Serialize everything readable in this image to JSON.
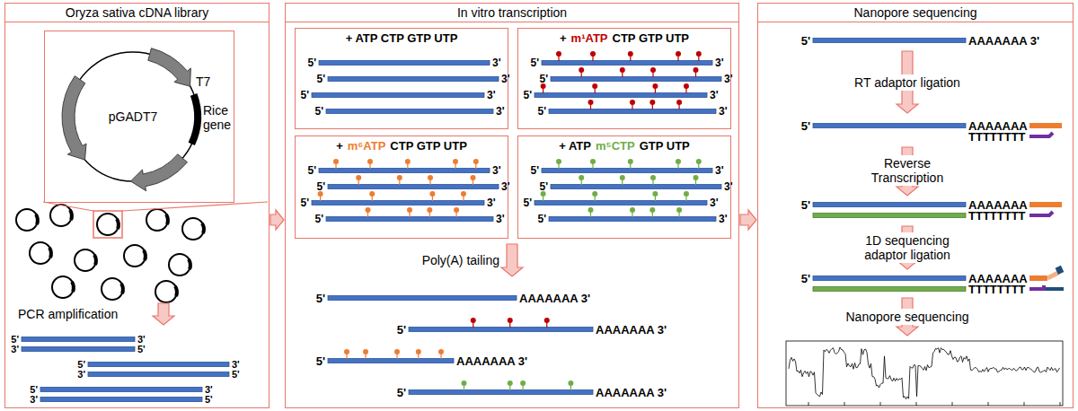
{
  "diagram": {
    "nodes": [
      {
        "text": [
          "Oryza sativa cDNA library"
        ]
      },
      {
        "text": [
          "pGADT7",
          "T7",
          "Rice gene"
        ],
        "in": 0
      },
      {
        "text": [
          "In vitro transcription"
        ]
      },
      {
        "text": [
          "+ ATP CTP GTP UTP"
        ],
        "in": 2
      },
      {
        "text": [
          "+",
          "m¹ATP",
          "CTP GTP UTP"
        ],
        "in": 2
      },
      {
        "text": [
          "+",
          "m⁶ATP",
          "CTP GTP UTP"
        ],
        "in": 2
      },
      {
        "text": [
          "+ ATP",
          "m⁵CTP",
          "GTP UTP"
        ],
        "in": 2
      },
      {
        "text": [
          "Nanopore sequencing"
        ]
      }
    ],
    "edges": [
      {
        "from": 0,
        "to": 2,
        "arrow": "to"
      },
      {
        "from": 2,
        "to": 7,
        "arrow": "to"
      }
    ],
    "labels": [
      "PCR amplification",
      "5'",
      "3'",
      "3'",
      "5'",
      "5'",
      "3'",
      "3'",
      "5'",
      "5'",
      "3'",
      "3'",
      "5'",
      "5'",
      "3'",
      "5'",
      "3'",
      "5'",
      "3'",
      "5'",
      "3'",
      "5'",
      "3'",
      "5'",
      "3'",
      "5'",
      "3'",
      "5'",
      "3'",
      "5'",
      "3'",
      "5'",
      "3'",
      "5'",
      "3'",
      "5'",
      "3'",
      "5'",
      "3'",
      "5'",
      "3'",
      "5'",
      "3'",
      "5'",
      "3'",
      "Poly(A) tailing",
      "5'",
      "AAAAAAA 3'",
      "5'",
      "AAAAAAA 3'",
      "5'",
      "AAAAAAA 3'",
      "5'",
      "AAAAAAA 3'",
      "5'",
      "AAAAAAA 3'",
      "RT adaptor ligation",
      "5'",
      "AAAAAAA",
      "TTTTTTTT",
      "Reverse Transcription",
      "5'",
      "AAAAAAA",
      "TTTTTTTT",
      "1D sequencing adaptor ligation",
      "5'",
      "AAAAAAA",
      "TTTTTTTT",
      "Nanopore sequencing"
    ]
  }
}
